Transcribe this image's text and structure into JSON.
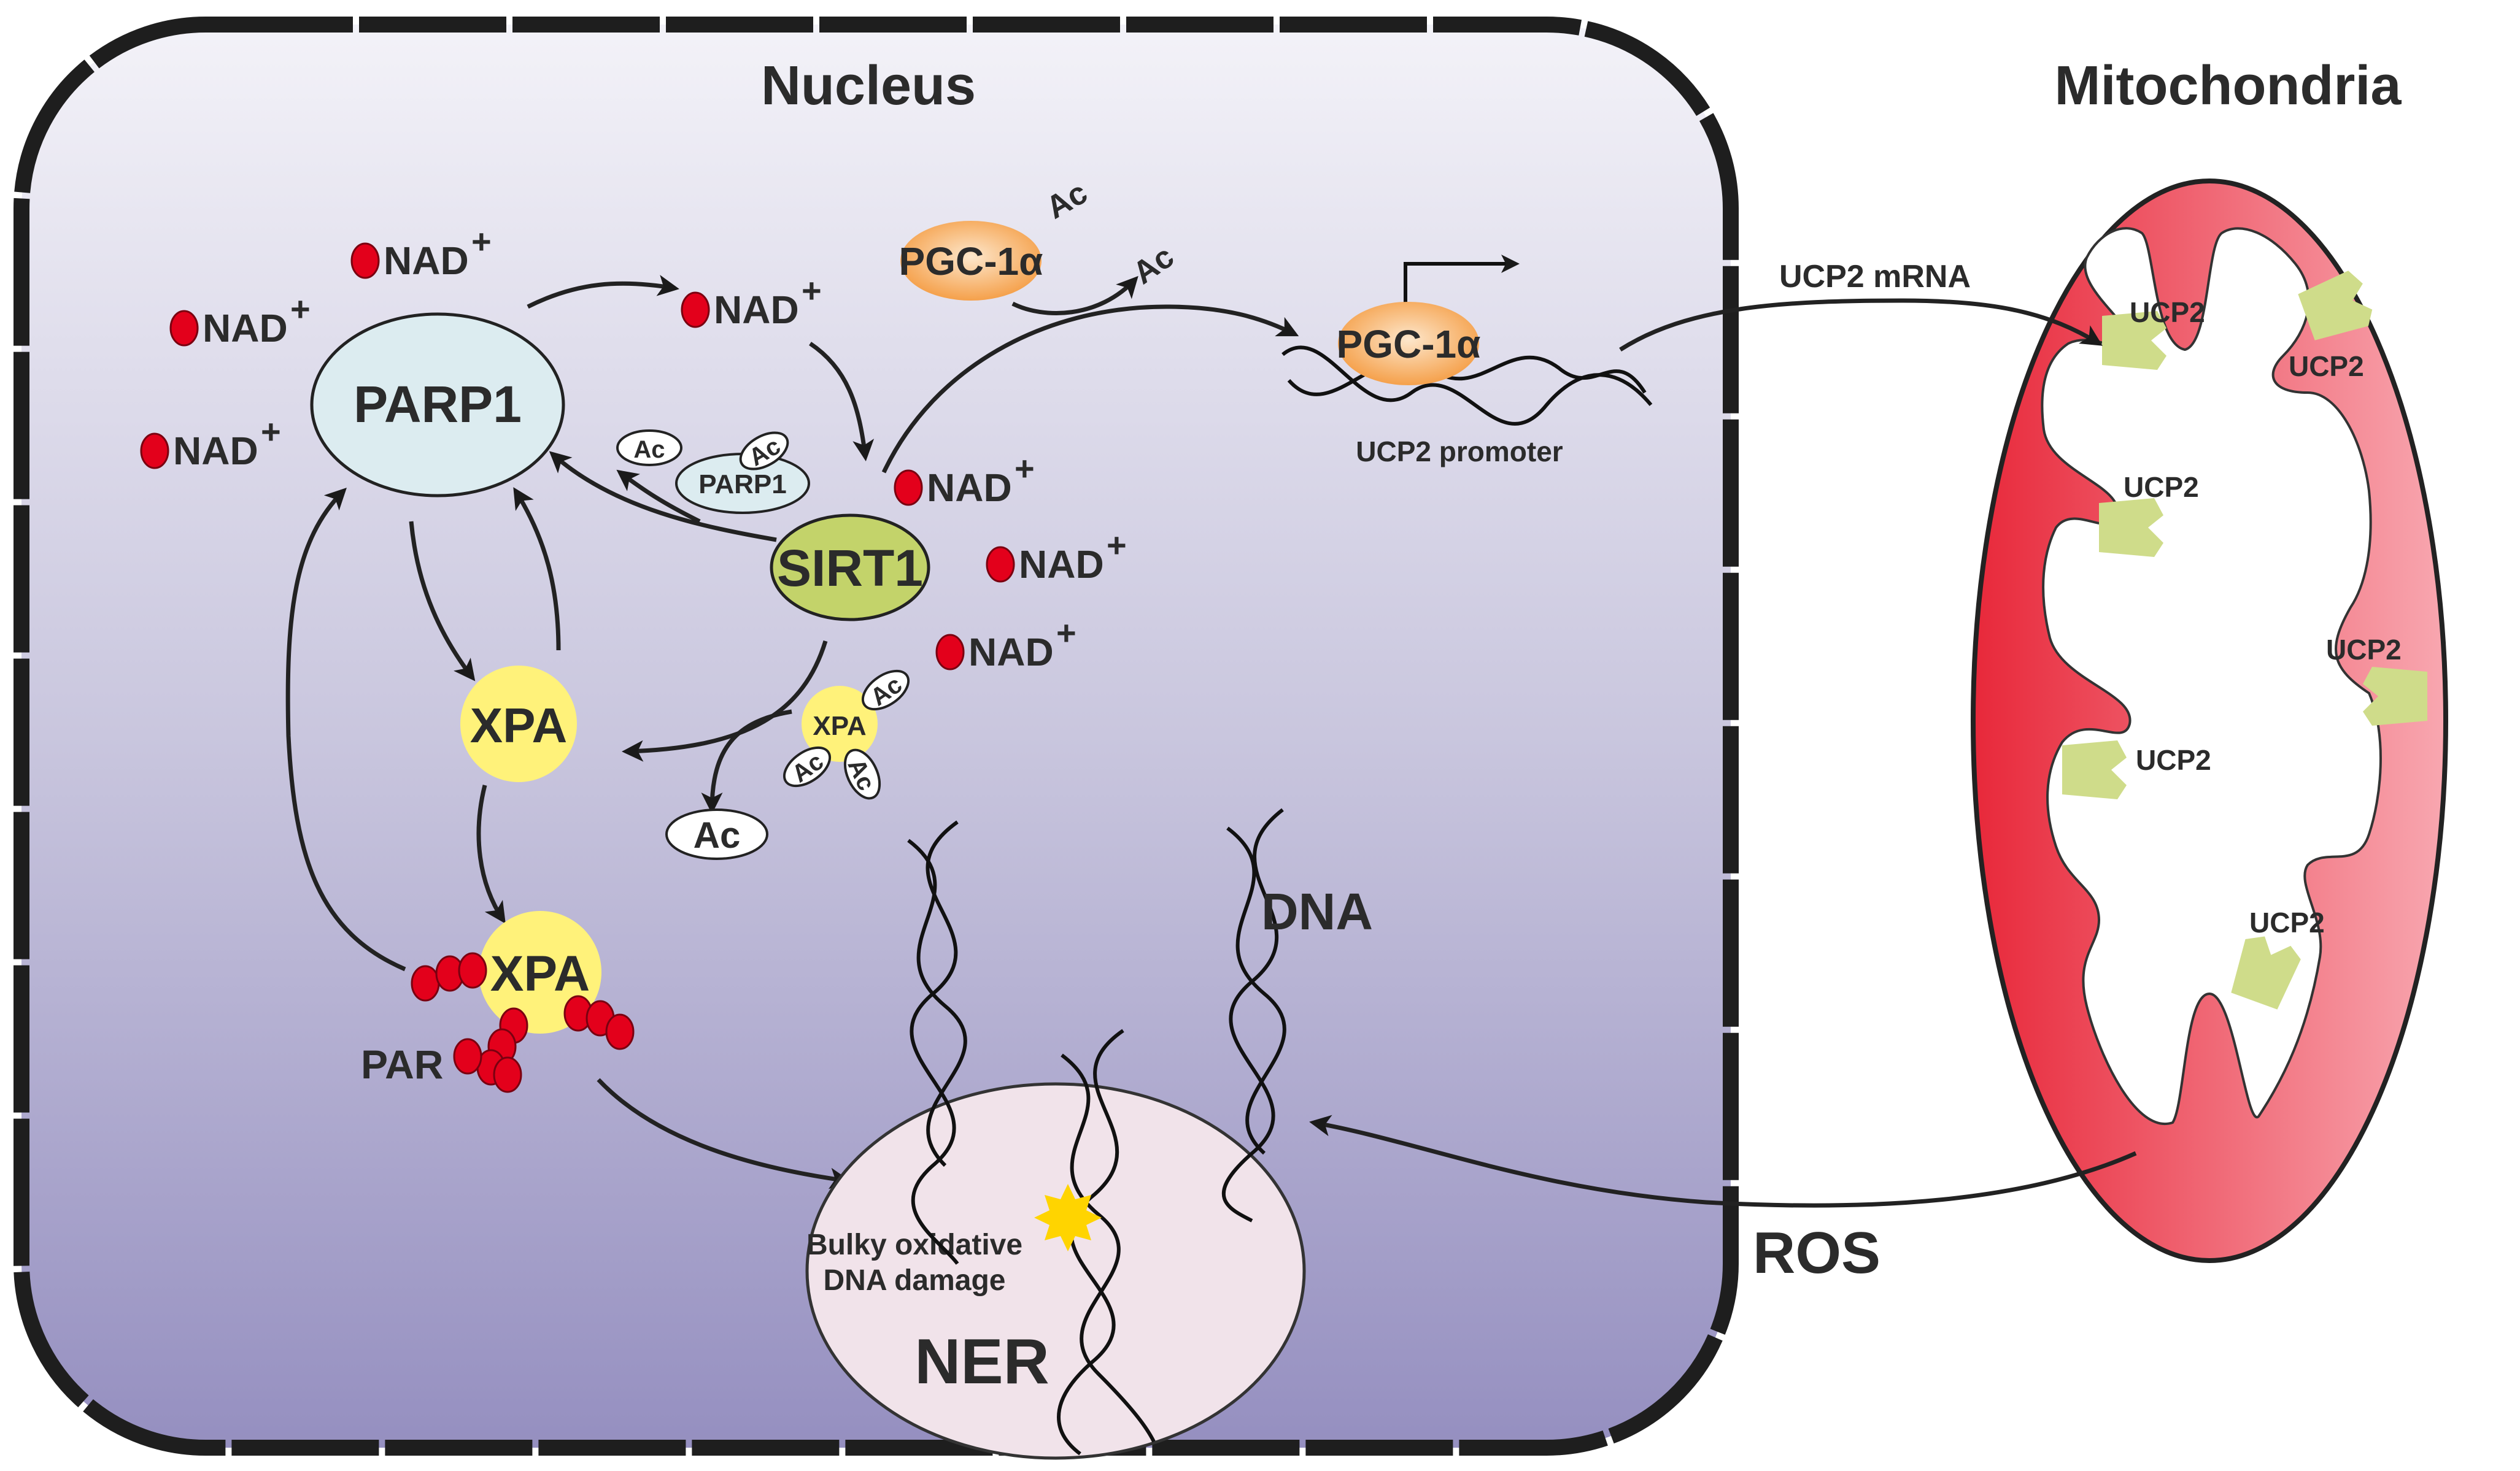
{
  "titles": {
    "nucleus": "Nucleus",
    "mitochondria": "Mitochondria"
  },
  "nad": {
    "base": "NAD",
    "sup": "+"
  },
  "proteins": {
    "parp1": "PARP1",
    "sirt1": "SIRT1",
    "xpa": "XPA",
    "pgc1a": "PGC-1α",
    "ucp2": "UCP2"
  },
  "labels": {
    "ac": "Ac",
    "par": "PAR",
    "dna": "DNA",
    "ner": "NER",
    "damage_line1": "Bulky oxidative",
    "damage_line2": "DNA damage",
    "ucp2_promoter": "UCP2 promoter",
    "ucp2_mrna": "UCP2 mRNA",
    "ros": "ROS"
  },
  "colors": {
    "cytoplasm_top": "#ebeaf3",
    "cytoplasm_bottom": "#9994c2",
    "nad": "#e3001b",
    "parp1": "#dcecf0",
    "sirt1": "#c3d36a",
    "xpa": "#fff27a",
    "pgc1a": "#f7a04f",
    "ucp2": "#cfdc8a",
    "ner": "#f1e3ea",
    "mito_outer": "#ef3e4d",
    "mito_inner": "#f7a6ae",
    "lesion": "#ffd400"
  }
}
